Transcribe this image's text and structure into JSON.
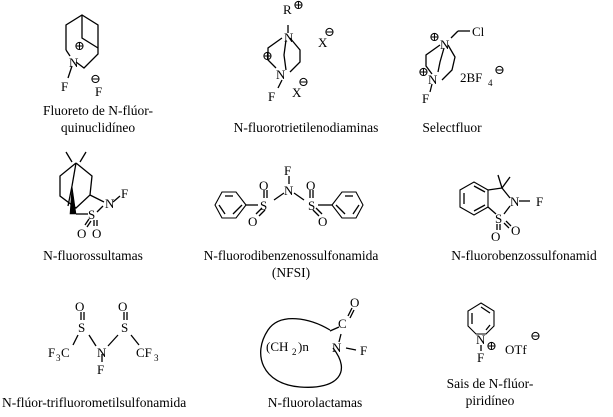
{
  "compounds": [
    {
      "id": "quinuclidinium",
      "caption": [
        "Fluoreto de N-flúor-",
        "quinuclidíneo"
      ],
      "atoms": {
        "n": "N",
        "f": "F",
        "plus": "⊕",
        "minus": "⊖",
        "counter_f": "F"
      }
    },
    {
      "id": "triethylenediamine",
      "caption": [
        "N-fluorotrietilenodiaminas"
      ],
      "atoms": {
        "r": "R",
        "n_top": "N",
        "n_bottom": "N",
        "f": "F",
        "x1": "X",
        "x2": "X",
        "plus": "⊕",
        "minus": "⊖"
      }
    },
    {
      "id": "selectfluor",
      "caption": [
        "Selectfluor"
      ],
      "atoms": {
        "n_top": "N",
        "n_bottom": "N",
        "cl": "Cl",
        "f": "F",
        "counter": "2BF",
        "counter_sub": "4",
        "plus": "⊕",
        "minus": "⊖"
      }
    },
    {
      "id": "sultam",
      "caption": [
        "N-fluorossultamas"
      ],
      "atoms": {
        "n": "N",
        "f": "F",
        "s": "S",
        "o1": "O",
        "o2": "O"
      }
    },
    {
      "id": "nfsi",
      "caption": [
        "N-fluorodibenzenossulfonamida",
        "(NFSI)"
      ],
      "atoms": {
        "f": "F",
        "n": "N",
        "s1": "S",
        "s2": "S",
        "o1": "O",
        "o2": "O",
        "o3": "O",
        "o4": "O"
      }
    },
    {
      "id": "benzosultam",
      "caption": [
        "N-fluorobenzossulfonamid"
      ],
      "atoms": {
        "n": "N",
        "f": "F",
        "s": "S",
        "o1": "O",
        "o2": "O"
      }
    },
    {
      "id": "triflimide",
      "caption": [
        "N-flúor-trifluorometilsulfonamida"
      ],
      "atoms": {
        "cf3_left": "F",
        "cf3_left_c": "C",
        "cf3_right": "CF",
        "sub3": "3",
        "n": "N",
        "f": "F",
        "s1": "S",
        "s2": "S",
        "o": "O"
      }
    },
    {
      "id": "lactam",
      "caption": [
        "N-fluorolactamas"
      ],
      "atoms": {
        "ch2": "(CH",
        "sub2": "2",
        "n_rep": ")n",
        "c": "C",
        "o": "O",
        "n": "N",
        "f": "F"
      }
    },
    {
      "id": "pyridinium",
      "caption": [
        "Sais de N-flúor-",
        "piridíneo"
      ],
      "atoms": {
        "n": "N",
        "f": "F",
        "plus": "⊕",
        "otf": "OTf",
        "minus": "⊖"
      }
    }
  ]
}
